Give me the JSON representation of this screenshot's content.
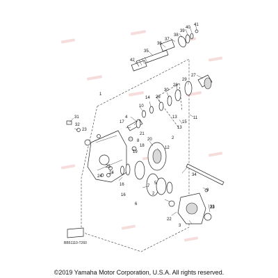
{
  "diagram_code": "BB51110-T260",
  "copyright": "©2019 Yamaha Motor Corporation, U.S.A. All rights reserved.",
  "labels": {
    "p1": "1",
    "p2": "2",
    "p3": "3",
    "p4": "4",
    "p5": "5",
    "p6": "6",
    "p7": "7",
    "p8": "8",
    "p9": "9",
    "p10": "10",
    "p11": "11",
    "p12": "12",
    "p13": "13",
    "p14": "14",
    "p15": "15",
    "p16": "16",
    "p17": "17",
    "p18": "18",
    "p19": "19",
    "p20": "20",
    "p21": "21",
    "p22": "22",
    "p23": "23",
    "p24": "24",
    "p25": "25",
    "p26": "26",
    "p27": "27",
    "p28": "28",
    "p29": "29",
    "p30": "30",
    "p31": "31",
    "p32": "32",
    "p33": "33",
    "p34": "34",
    "p35": "35",
    "p36": "36",
    "p37": "37",
    "p38": "38",
    "p39": "39",
    "p40": "40",
    "p41": "41",
    "p42": "42",
    "p2b": "2",
    "p16b": "16",
    "p23b": "23",
    "p13b": "13",
    "p24b": "24"
  }
}
